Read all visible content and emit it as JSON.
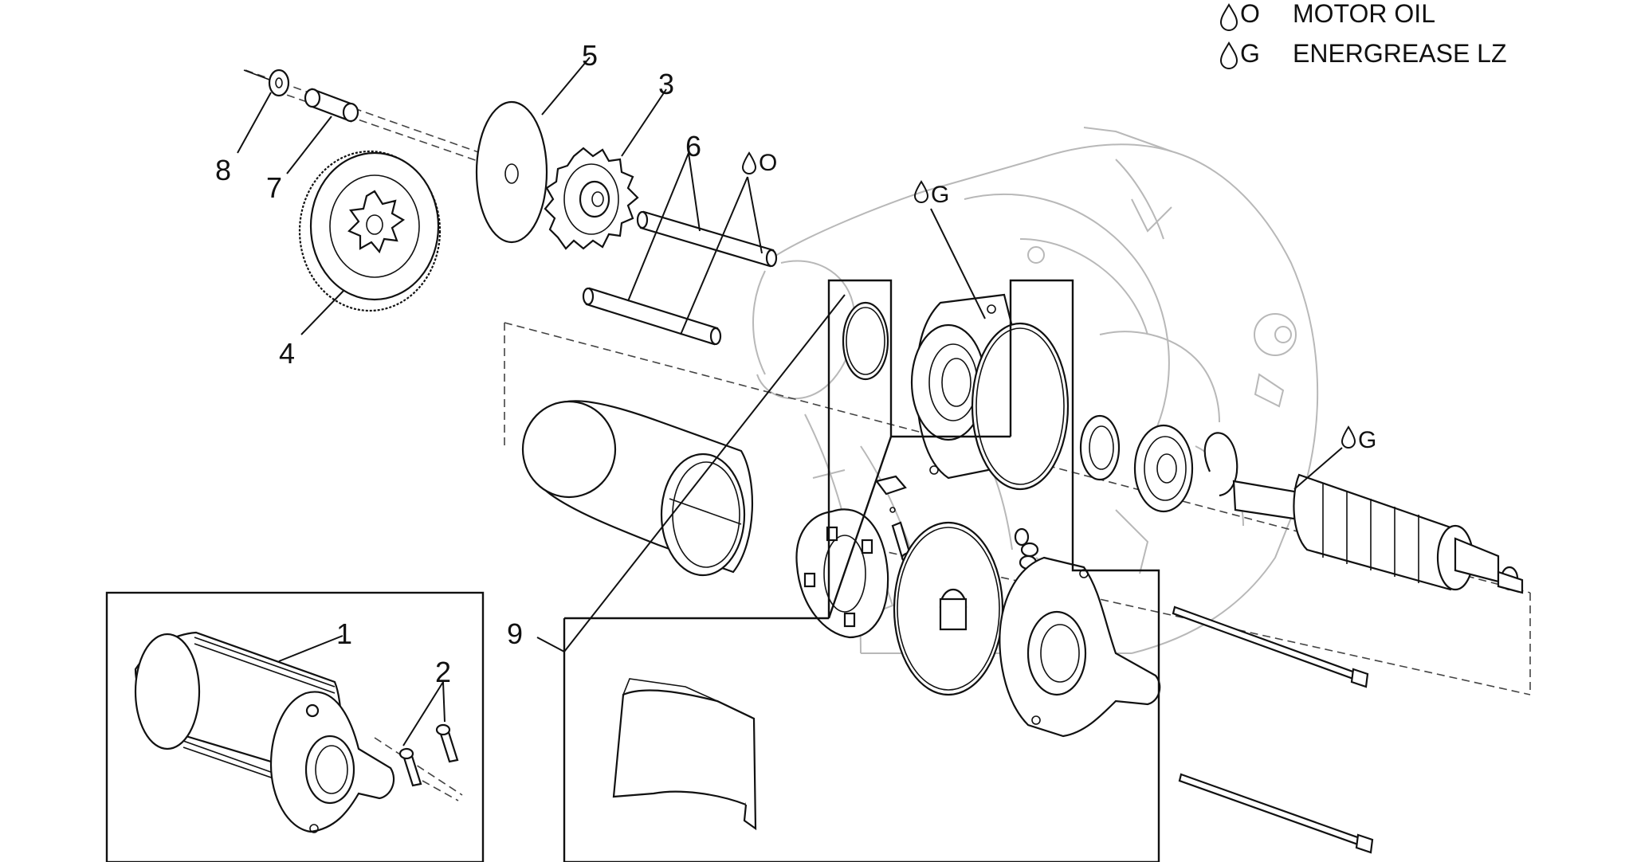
{
  "legend": [
    {
      "symbol": "O",
      "text": "MOTOR OIL"
    },
    {
      "symbol": "G",
      "text": "ENERGREASE LZ"
    }
  ],
  "callouts": {
    "c1": "1",
    "c2": "2",
    "c3": "3",
    "c4": "4",
    "c5": "5",
    "c6": "6",
    "c7": "7",
    "c8": "8",
    "c9": "9"
  },
  "lube_tags": {
    "pins_oil": "O",
    "seal_grease": "G",
    "armature_grease": "G"
  }
}
